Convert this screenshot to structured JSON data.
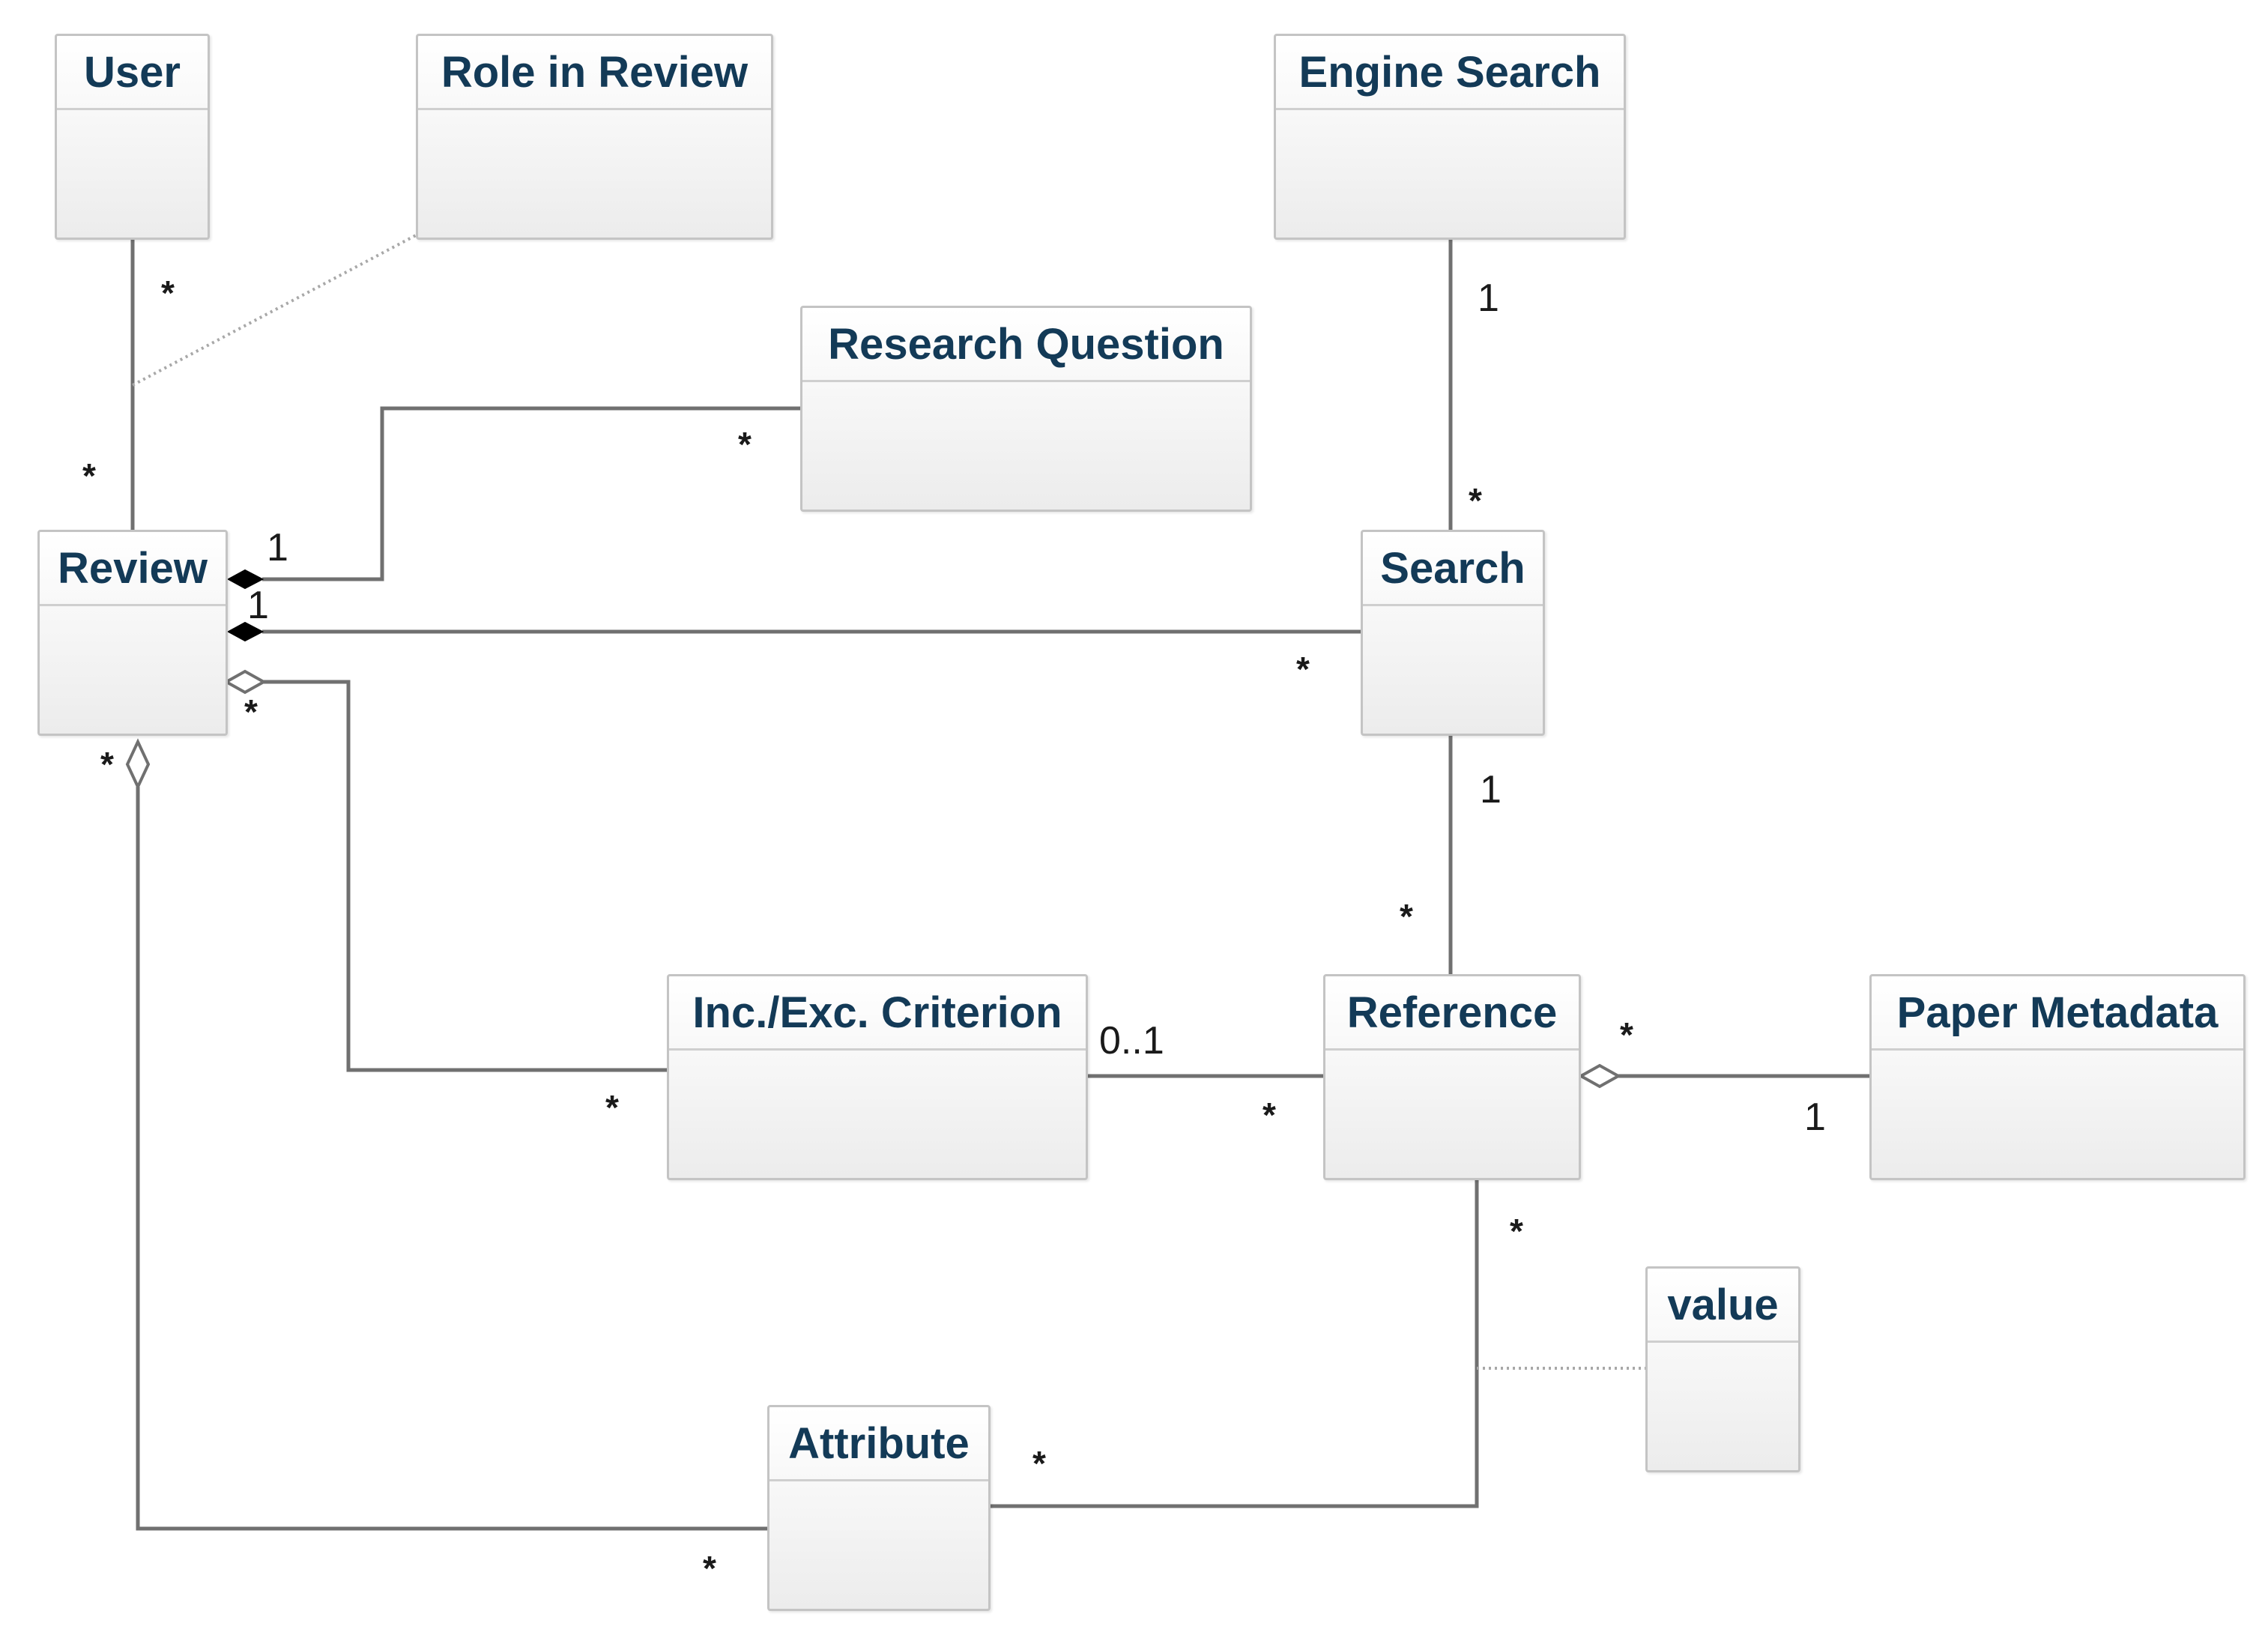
{
  "diagram": {
    "classes": [
      {
        "id": "user",
        "name": "User"
      },
      {
        "id": "role",
        "name": "Role in Review"
      },
      {
        "id": "engine",
        "name": "Engine Search"
      },
      {
        "id": "rq",
        "name": "Research Question"
      },
      {
        "id": "review",
        "name": "Review"
      },
      {
        "id": "search",
        "name": "Search"
      },
      {
        "id": "criterion",
        "name": "Inc./Exc. Criterion"
      },
      {
        "id": "reference",
        "name": "Reference"
      },
      {
        "id": "paper",
        "name": "Paper Metadata"
      },
      {
        "id": "value",
        "name": "value"
      },
      {
        "id": "attribute",
        "name": "Attribute"
      }
    ],
    "multiplicities": {
      "user_review_at_user": "*",
      "user_review_at_review": "*",
      "engine_search_at_engine": "1",
      "engine_search_at_search": "*",
      "review_rq_at_review": "1",
      "review_rq_at_rq": "*",
      "review_search_at_review": "1",
      "review_search_at_search": "*",
      "review_criterion_at_review": "*",
      "review_criterion_at_criterion": "*",
      "review_attribute_at_review": "*",
      "review_attribute_at_attribute": "*",
      "search_reference_at_search": "1",
      "search_reference_at_reference": "*",
      "criterion_reference_at_criterion": "0..1",
      "criterion_reference_at_reference": "*",
      "reference_paper_at_reference": "*",
      "reference_paper_at_paper": "1",
      "reference_attribute_at_reference": "*",
      "reference_attribute_at_attribute": "*"
    },
    "colors": {
      "line": "#707070",
      "dotted": "#a8a8a8",
      "class_title": "#133a57"
    }
  }
}
